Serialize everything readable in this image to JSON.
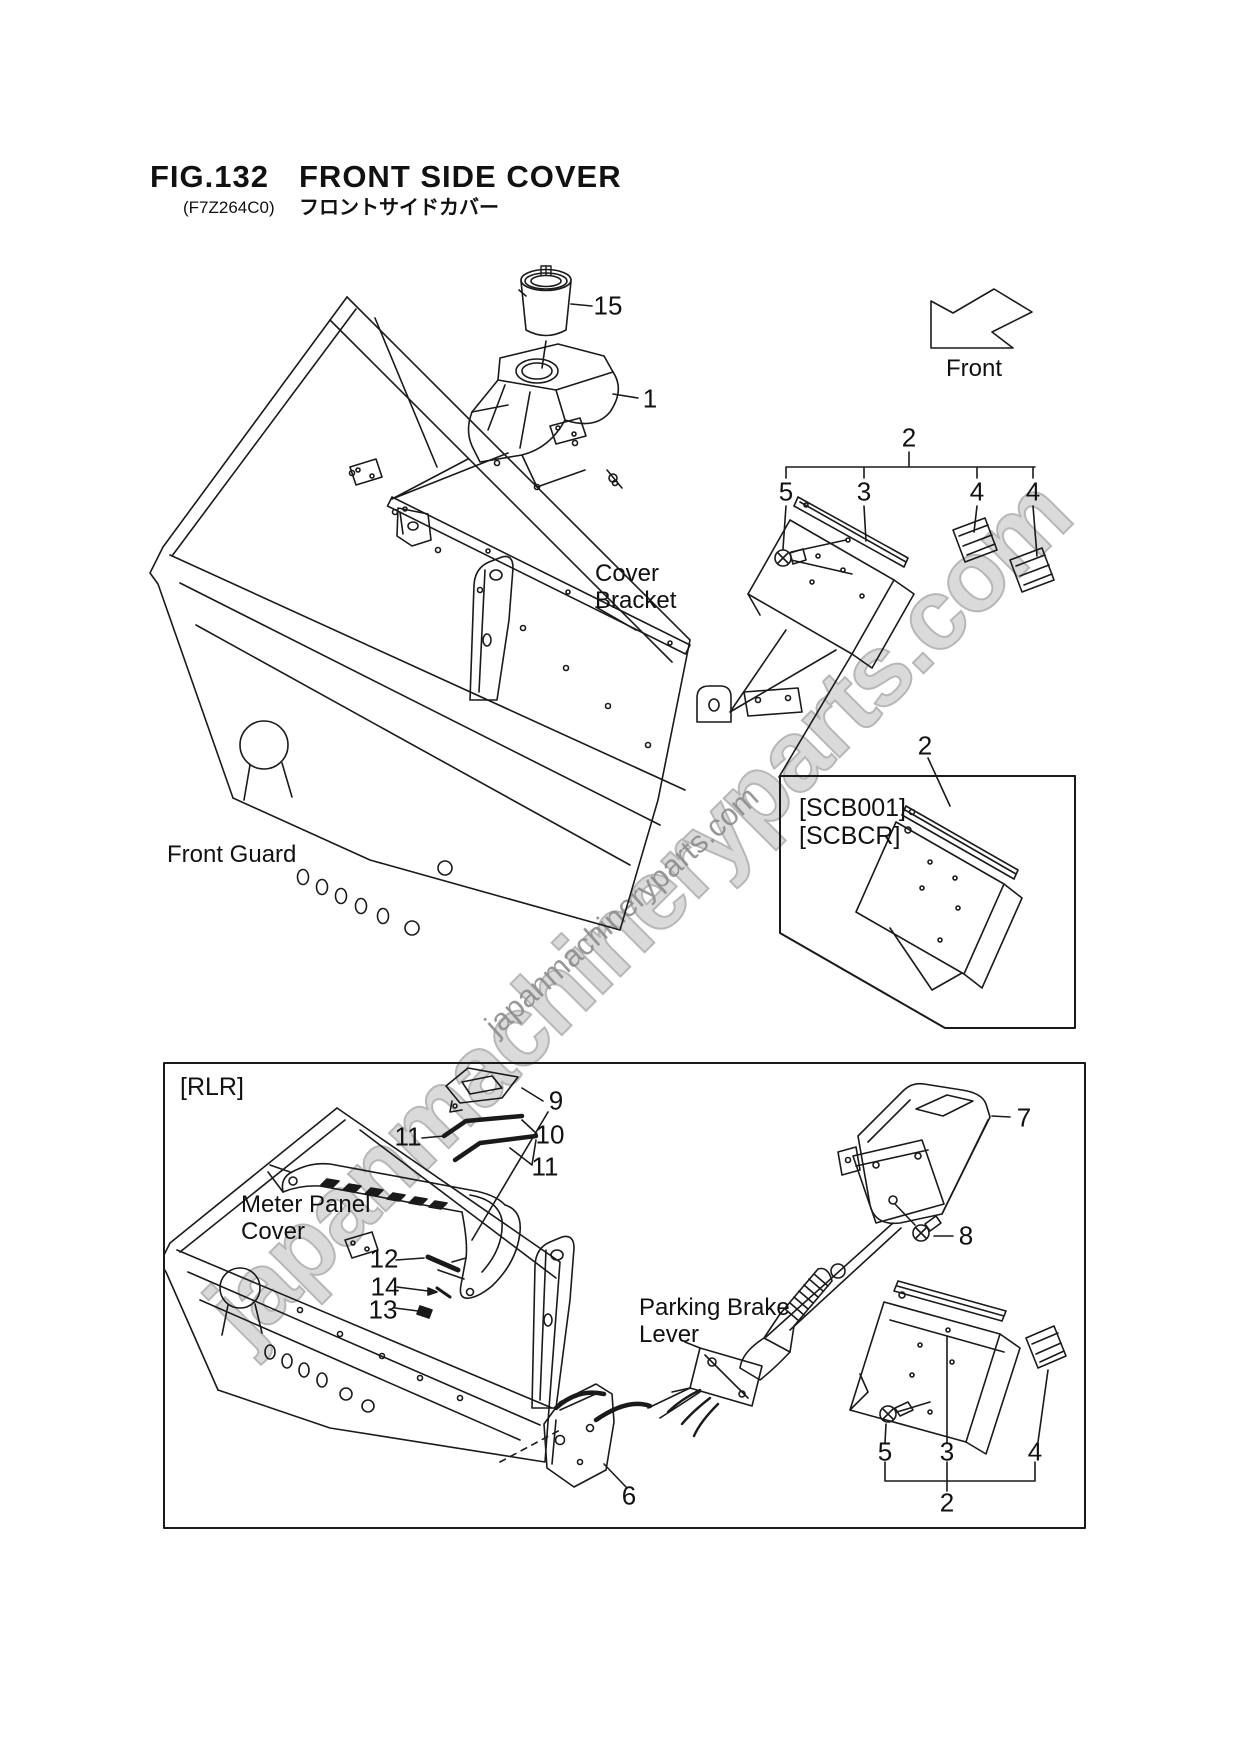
{
  "figure": {
    "number": "FIG.132",
    "title": "FRONT SIDE COVER",
    "code": "(F7Z264C0)",
    "title_jp": "フロントサイドカバー"
  },
  "watermark": {
    "large": "japanmachineryparts.com",
    "small": "japanmachineryparts.com"
  },
  "labels": {
    "front": "Front",
    "cover_bracket_1": "Cover",
    "cover_bracket_2": "Bracket",
    "front_guard": "Front Guard",
    "meter_panel_1": "Meter Panel",
    "meter_panel_2": "Cover",
    "parking_brake_1": "Parking Brake",
    "parking_brake_2": "Lever",
    "variant_scb_1": "[SCB001]",
    "variant_scb_2": "[SCBCR]",
    "variant_rlr": "[RLR]"
  },
  "callouts": {
    "p15": "15",
    "p1": "1",
    "p2_top": "2",
    "p5_top": "5",
    "p3_top": "3",
    "p4a_top": "4",
    "p4b_top": "4",
    "p2_scb": "2",
    "p9": "9",
    "p10": "10",
    "p11a": "11",
    "p11b": "11",
    "p12": "12",
    "p14": "14",
    "p13": "13",
    "p7": "7",
    "p8": "8",
    "p6": "6",
    "p5_bot": "5",
    "p3_bot": "3",
    "p4_bot": "4",
    "p2_bot": "2"
  },
  "colors": {
    "line": "#1a1a1a",
    "watermark_large": "#d4d4d4",
    "watermark_small": "#8d8d8d",
    "background": "#ffffff"
  }
}
